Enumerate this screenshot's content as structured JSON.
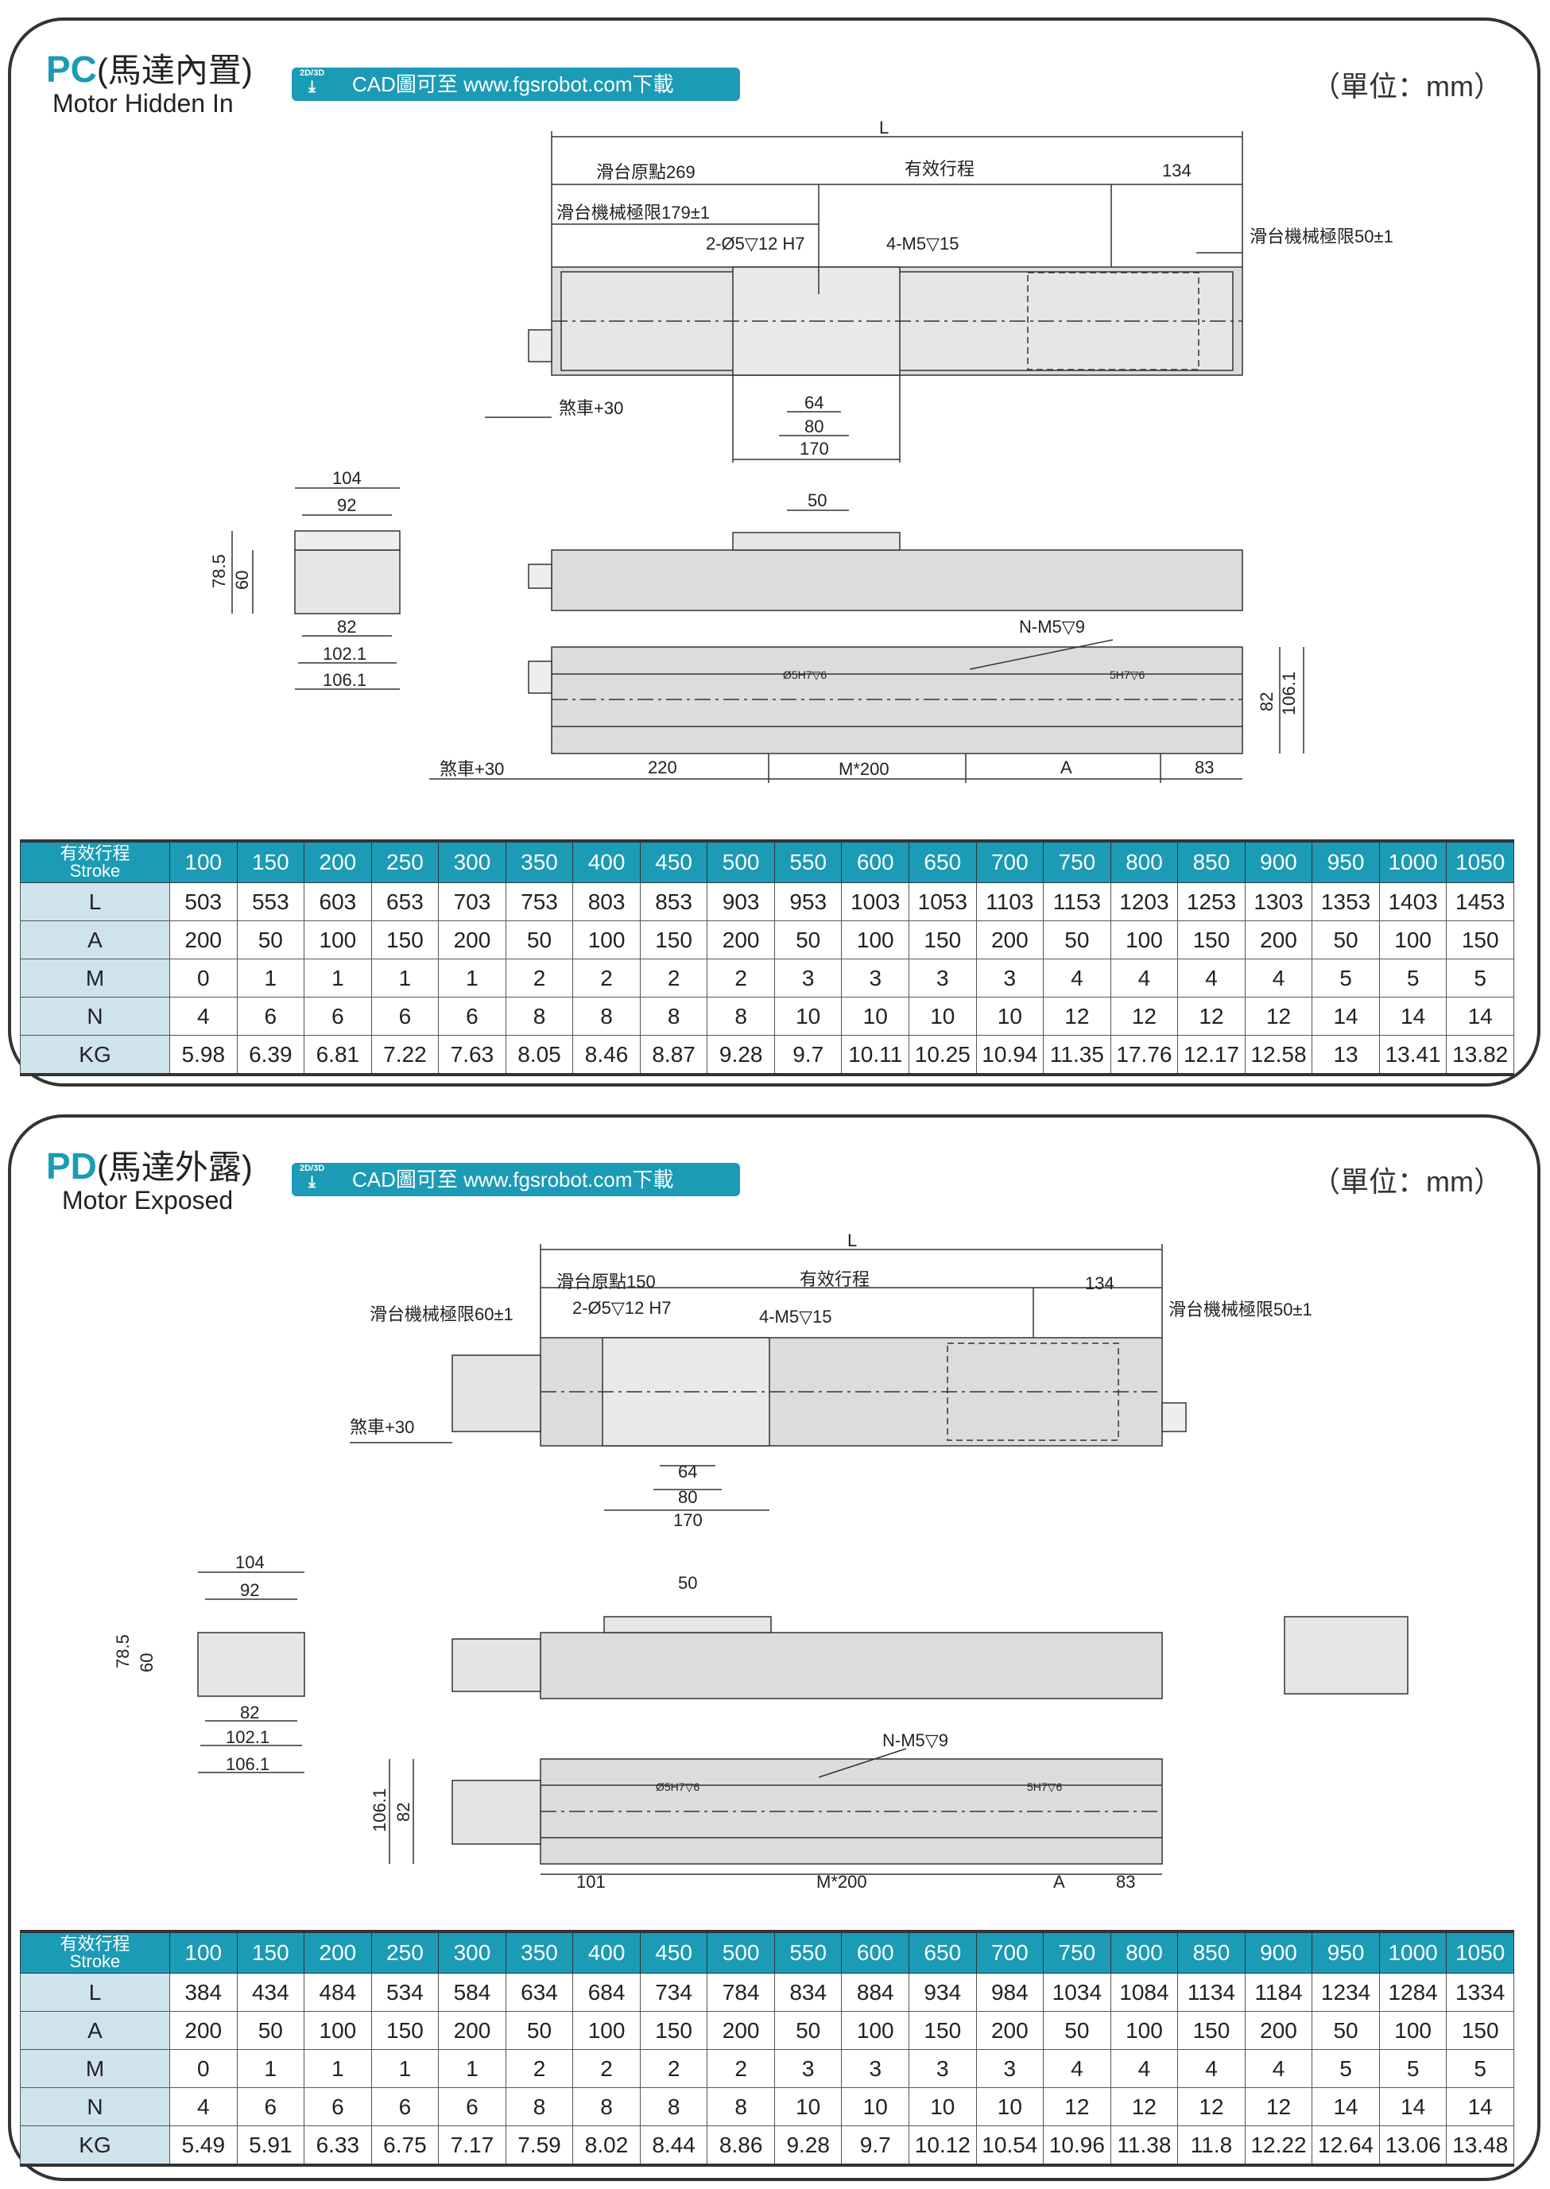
{
  "sections": {
    "pc": {
      "code": "PC",
      "cn": "(馬達內置)",
      "en": "Motor Hidden In",
      "badge_icon": "2D/3D",
      "badge_text": "CAD圖可至 www.fgsrobot.com下載",
      "unit": "（單位：mm）",
      "labels": {
        "L": "L",
        "origin": "滑台原點269",
        "stroke": "有效行程",
        "d134": "134",
        "limit_left": "滑台機械極限179±1",
        "hole1": "2-Ø5▽12 H7",
        "hole2": "4-M5▽15",
        "limit_right": "滑台機械極限50±1",
        "brake1": "煞車+30",
        "d64": "64",
        "d80": "80",
        "d170": "170",
        "e104": "104",
        "e92": "92",
        "e785": "78.5",
        "e60": "60",
        "e82": "82",
        "e1021": "102.1",
        "e1061": "106.1",
        "d50": "50",
        "nm5": "N-M5▽9",
        "pin1": "Ø5H7▽6",
        "pin2": "5H7▽6",
        "b82": "82",
        "b1061": "106.1",
        "brake2": "煞車+30",
        "d220": "220",
        "m200": "M*200",
        "a": "A",
        "d83": "83"
      },
      "table": {
        "header": "有效行程",
        "header_en": "Stroke",
        "strokes": [
          "100",
          "150",
          "200",
          "250",
          "300",
          "350",
          "400",
          "450",
          "500",
          "550",
          "600",
          "650",
          "700",
          "750",
          "800",
          "850",
          "900",
          "950",
          "1000",
          "1050"
        ],
        "rows": [
          {
            "label": "L",
            "values": [
              "503",
              "553",
              "603",
              "653",
              "703",
              "753",
              "803",
              "853",
              "903",
              "953",
              "1003",
              "1053",
              "1103",
              "1153",
              "1203",
              "1253",
              "1303",
              "1353",
              "1403",
              "1453"
            ]
          },
          {
            "label": "A",
            "values": [
              "200",
              "50",
              "100",
              "150",
              "200",
              "50",
              "100",
              "150",
              "200",
              "50",
              "100",
              "150",
              "200",
              "50",
              "100",
              "150",
              "200",
              "50",
              "100",
              "150"
            ]
          },
          {
            "label": "M",
            "values": [
              "0",
              "1",
              "1",
              "1",
              "1",
              "2",
              "2",
              "2",
              "2",
              "3",
              "3",
              "3",
              "3",
              "4",
              "4",
              "4",
              "4",
              "5",
              "5",
              "5"
            ]
          },
          {
            "label": "N",
            "values": [
              "4",
              "6",
              "6",
              "6",
              "6",
              "8",
              "8",
              "8",
              "8",
              "10",
              "10",
              "10",
              "10",
              "12",
              "12",
              "12",
              "12",
              "14",
              "14",
              "14"
            ]
          },
          {
            "label": "KG",
            "values": [
              "5.98",
              "6.39",
              "6.81",
              "7.22",
              "7.63",
              "8.05",
              "8.46",
              "8.87",
              "9.28",
              "9.7",
              "10.11",
              "10.25",
              "10.94",
              "11.35",
              "17.76",
              "12.17",
              "12.58",
              "13",
              "13.41",
              "13.82"
            ]
          }
        ]
      }
    },
    "pd": {
      "code": "PD",
      "cn": "(馬達外露)",
      "en": "Motor Exposed",
      "badge_icon": "2D/3D",
      "badge_text": "CAD圖可至 www.fgsrobot.com下載",
      "unit": "（單位：mm）",
      "labels": {
        "L": "L",
        "origin": "滑台原點150",
        "stroke": "有效行程",
        "d134": "134",
        "limit_left": "滑台機械極限60±1",
        "hole1": "2-Ø5▽12 H7",
        "hole2": "4-M5▽15",
        "limit_right": "滑台機械極限50±1",
        "brake1": "煞車+30",
        "d64": "64",
        "d80": "80",
        "d170": "170",
        "e104": "104",
        "e92": "92",
        "e785": "78.5",
        "e60": "60",
        "e82": "82",
        "e1021": "102.1",
        "e1061": "106.1",
        "d50": "50",
        "nm5": "N-M5▽9",
        "pin1": "Ø5H7▽6",
        "pin2": "5H7▽6",
        "b1061": "106.1",
        "b82": "82",
        "d101": "101",
        "m200": "M*200",
        "a": "A",
        "d83": "83"
      },
      "table": {
        "header": "有效行程",
        "header_en": "Stroke",
        "strokes": [
          "100",
          "150",
          "200",
          "250",
          "300",
          "350",
          "400",
          "450",
          "500",
          "550",
          "600",
          "650",
          "700",
          "750",
          "800",
          "850",
          "900",
          "950",
          "1000",
          "1050"
        ],
        "rows": [
          {
            "label": "L",
            "values": [
              "384",
              "434",
              "484",
              "534",
              "584",
              "634",
              "684",
              "734",
              "784",
              "834",
              "884",
              "934",
              "984",
              "1034",
              "1084",
              "1134",
              "1184",
              "1234",
              "1284",
              "1334"
            ]
          },
          {
            "label": "A",
            "values": [
              "200",
              "50",
              "100",
              "150",
              "200",
              "50",
              "100",
              "150",
              "200",
              "50",
              "100",
              "150",
              "200",
              "50",
              "100",
              "150",
              "200",
              "50",
              "100",
              "150"
            ]
          },
          {
            "label": "M",
            "values": [
              "0",
              "1",
              "1",
              "1",
              "1",
              "2",
              "2",
              "2",
              "2",
              "3",
              "3",
              "3",
              "3",
              "4",
              "4",
              "4",
              "4",
              "5",
              "5",
              "5"
            ]
          },
          {
            "label": "N",
            "values": [
              "4",
              "6",
              "6",
              "6",
              "6",
              "8",
              "8",
              "8",
              "8",
              "10",
              "10",
              "10",
              "10",
              "12",
              "12",
              "12",
              "12",
              "14",
              "14",
              "14"
            ]
          },
          {
            "label": "KG",
            "values": [
              "5.49",
              "5.91",
              "6.33",
              "6.75",
              "7.17",
              "7.59",
              "8.02",
              "8.44",
              "8.86",
              "9.28",
              "9.7",
              "10.12",
              "10.54",
              "10.96",
              "11.38",
              "11.8",
              "12.22",
              "12.64",
              "13.06",
              "13.48"
            ]
          }
        ]
      }
    }
  },
  "colors": {
    "accent": "#1b9bb5",
    "label_bg": "#cfe3ec",
    "rail": "#d9d9d9"
  }
}
